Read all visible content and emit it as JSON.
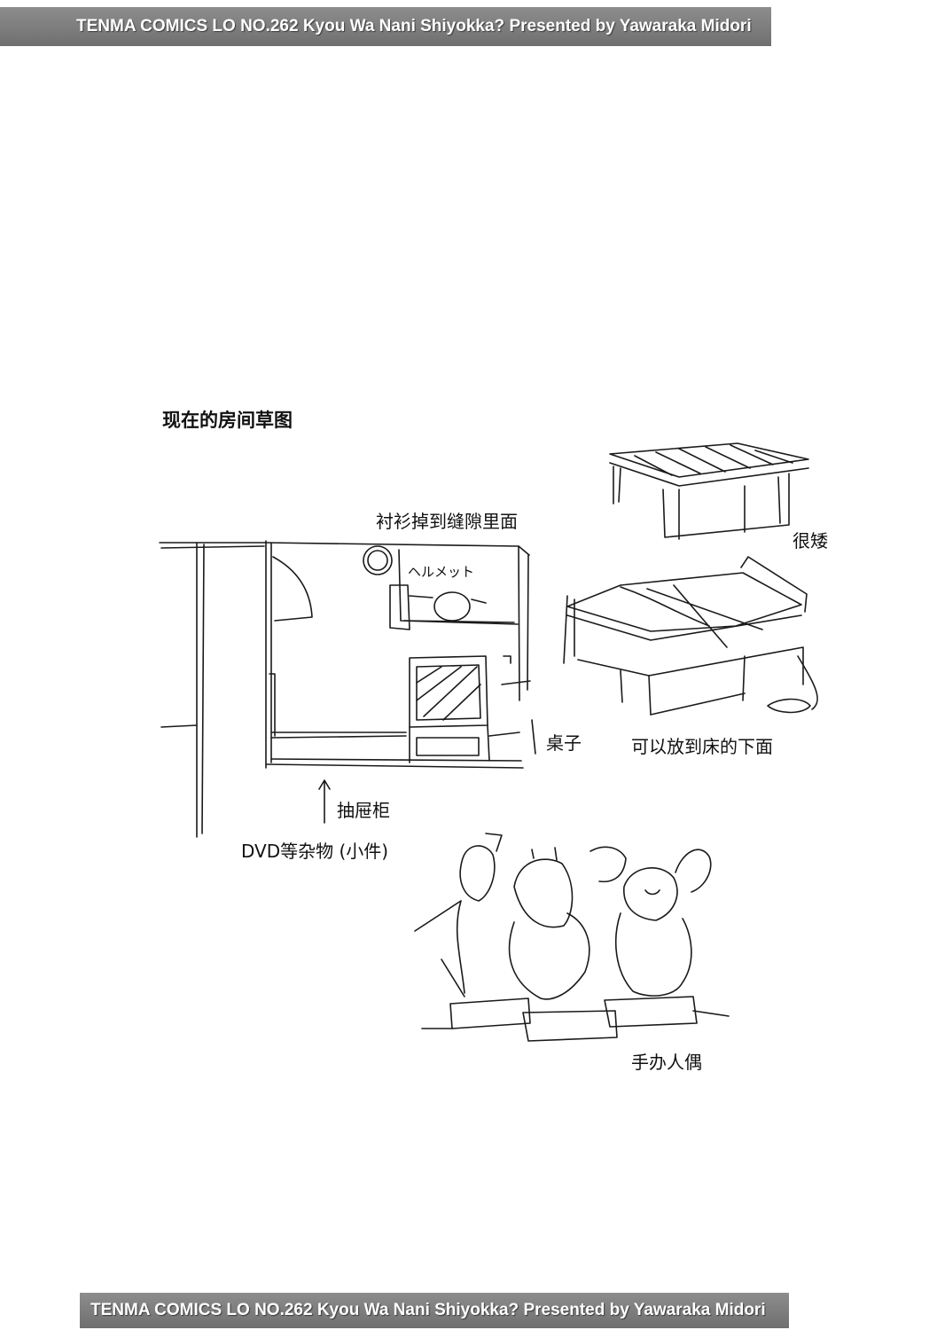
{
  "header": {
    "credit": "TENMA COMICS LO NO.262 Kyou Wa Nani Shiyokka? Presented by Yawaraka Midori"
  },
  "footer": {
    "credit": "TENMA COMICS LO NO.262 Kyou Wa Nani Shiyokka? Presented by Yawaraka Midori"
  },
  "page": {
    "heading": "现在的房间草图"
  },
  "labels": {
    "shirt": "衬衫掉到缝隙里面",
    "helmet": "ヘルメット",
    "low": "很矮",
    "desk": "桌子",
    "under_bed": "可以放到床的下面",
    "drawer": "抽屉柜",
    "dvd": "DVD等杂物 (小件)",
    "figures": "手办人偶"
  }
}
